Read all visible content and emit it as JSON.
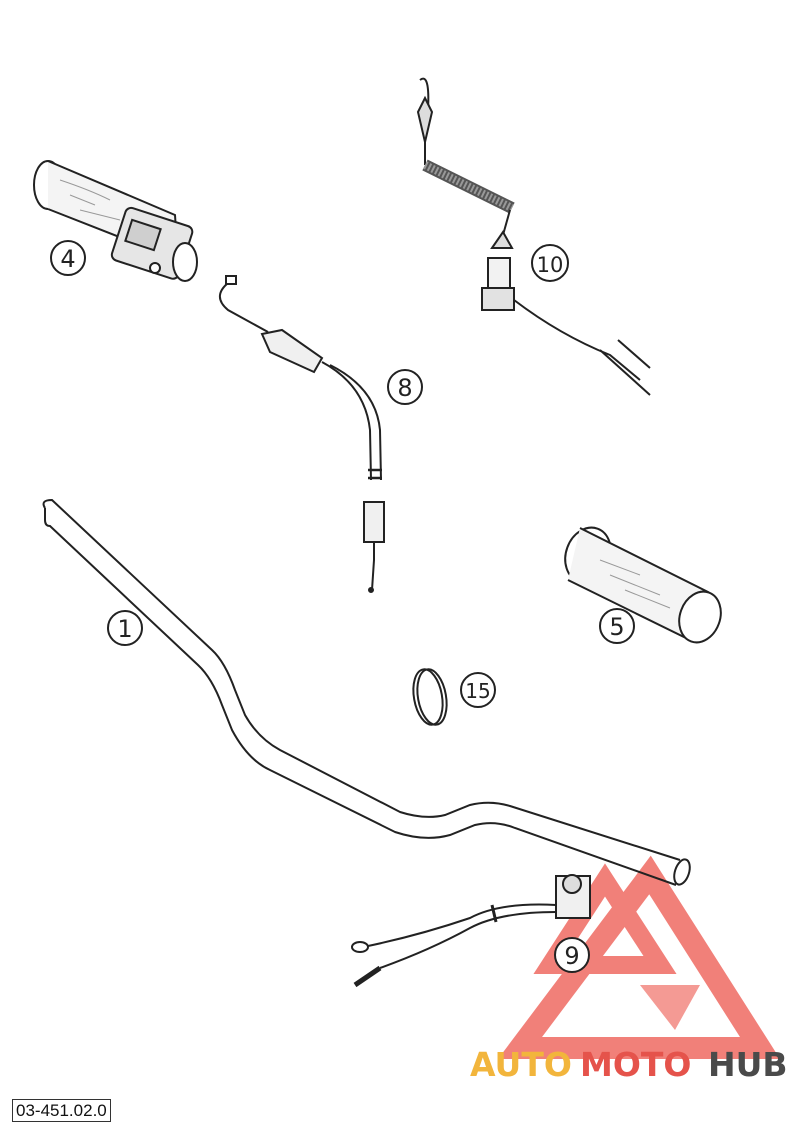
{
  "diagram": {
    "reference_code": "03-451.02.0",
    "part_labels": {
      "handlebar": "1",
      "throttle_grip": "4",
      "left_grip": "5",
      "throttle_cable": "8",
      "kill_switch": "9",
      "emergency_stop_switch": "10",
      "cable_clamp": "15"
    }
  },
  "watermark": {
    "text_a": "AUTO",
    "text_b": "MOTO",
    "text_c": "HUB",
    "colors": {
      "auto": "#f2b53c",
      "moto": "#e5534b",
      "hub": "#4a4a4a",
      "triangle": "#ef6a62"
    }
  }
}
